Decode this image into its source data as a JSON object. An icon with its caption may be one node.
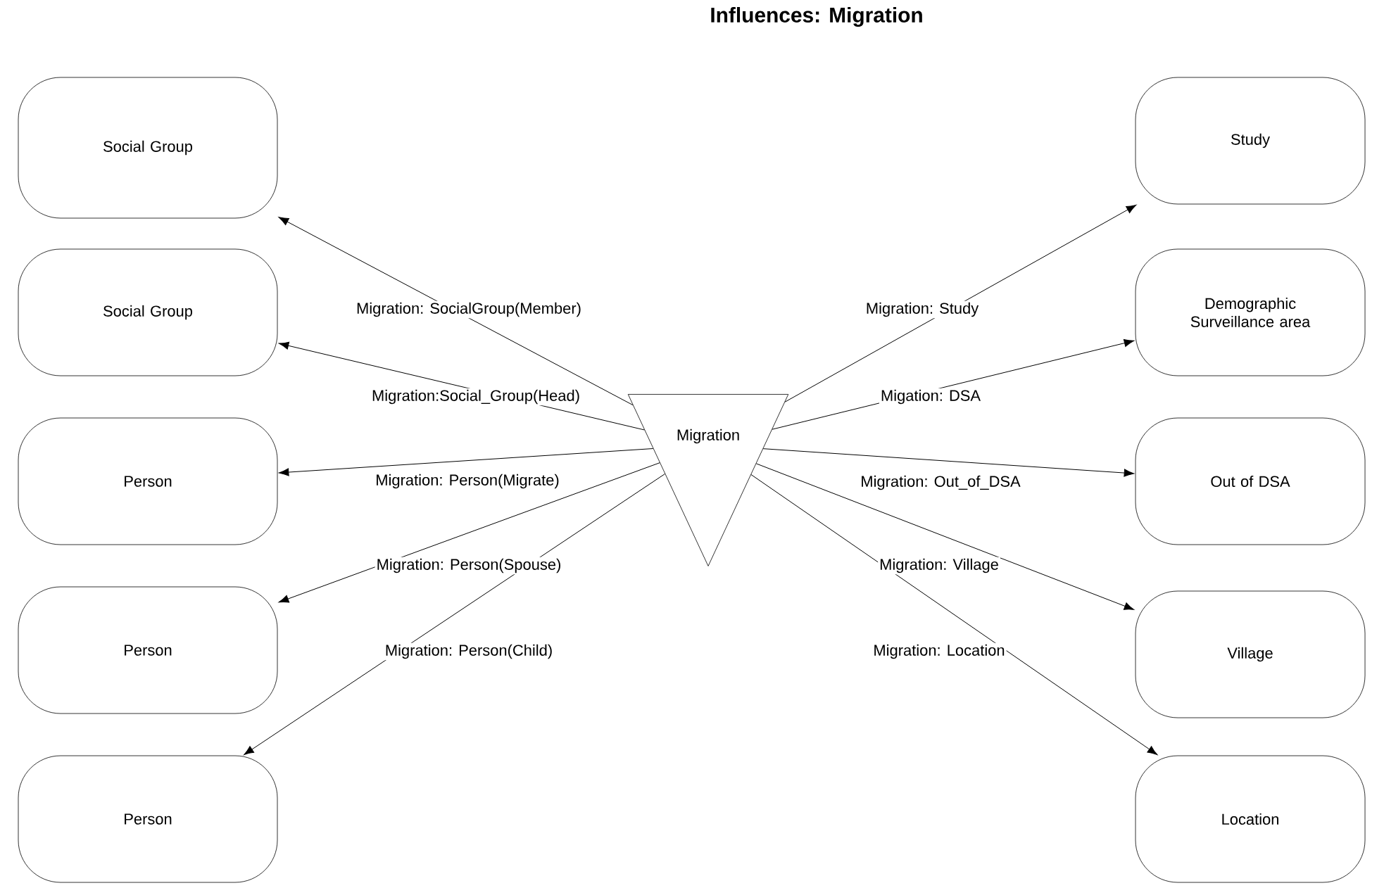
{
  "diagram": {
    "title": "Influences: Migration",
    "nodes": [
      {
        "text": [
          "Social Group"
        ]
      },
      {
        "text": [
          "Social Group"
        ]
      },
      {
        "text": [
          "Person"
        ]
      },
      {
        "text": [
          "Person"
        ]
      },
      {
        "text": [
          "Person"
        ]
      },
      {
        "text": [
          "Migration"
        ]
      },
      {
        "text": [
          "Study"
        ]
      },
      {
        "text": [
          "Demographic Surveillance area"
        ]
      },
      {
        "text": [
          "Out of DSA"
        ]
      },
      {
        "text": [
          "Village"
        ]
      },
      {
        "text": [
          "Location"
        ]
      }
    ],
    "edges": [
      {
        "from": 5,
        "to": 0,
        "arrow": "to",
        "label": "Migration: SocialGroup(Member)"
      },
      {
        "from": 5,
        "to": 1,
        "arrow": "to",
        "label": "Migration:Social_Group(Head)"
      },
      {
        "from": 5,
        "to": 2,
        "arrow": "to",
        "label": "Migration: Person(Migrate)"
      },
      {
        "from": 5,
        "to": 3,
        "arrow": "to",
        "label": "Migration: Person(Spouse)"
      },
      {
        "from": 5,
        "to": 4,
        "arrow": "to",
        "label": "Migration: Person(Child)"
      },
      {
        "from": 5,
        "to": 6,
        "arrow": "to",
        "label": "Migration: Study"
      },
      {
        "from": 5,
        "to": 7,
        "arrow": "to",
        "label": "Migation: DSA"
      },
      {
        "from": 5,
        "to": 8,
        "arrow": "to",
        "label": "Migration: Out_of_DSA"
      },
      {
        "from": 5,
        "to": 9,
        "arrow": "to",
        "label": "Migration: Village"
      },
      {
        "from": 5,
        "to": 10,
        "arrow": "to",
        "label": "Migration: Location"
      }
    ]
  }
}
